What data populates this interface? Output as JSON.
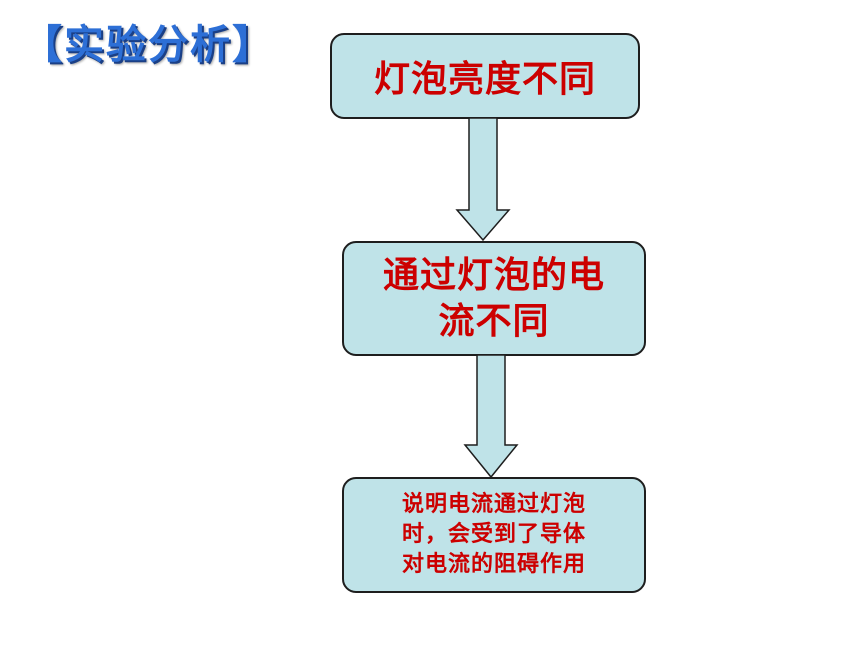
{
  "title": "【实验分析】",
  "colors": {
    "box_fill": "#bfe3e8",
    "box_text": "#cc0000",
    "title": "#2d6fd6",
    "arrow_fill": "#bfe3e8"
  },
  "flow": {
    "step1": {
      "text": "灯泡亮度不同"
    },
    "step2": {
      "lines": [
        "通过灯泡的电",
        "流不同"
      ]
    },
    "step3": {
      "lines": [
        "说明电流通过灯泡",
        "时，会受到了导体",
        "对电流的阻碍作用"
      ]
    }
  }
}
